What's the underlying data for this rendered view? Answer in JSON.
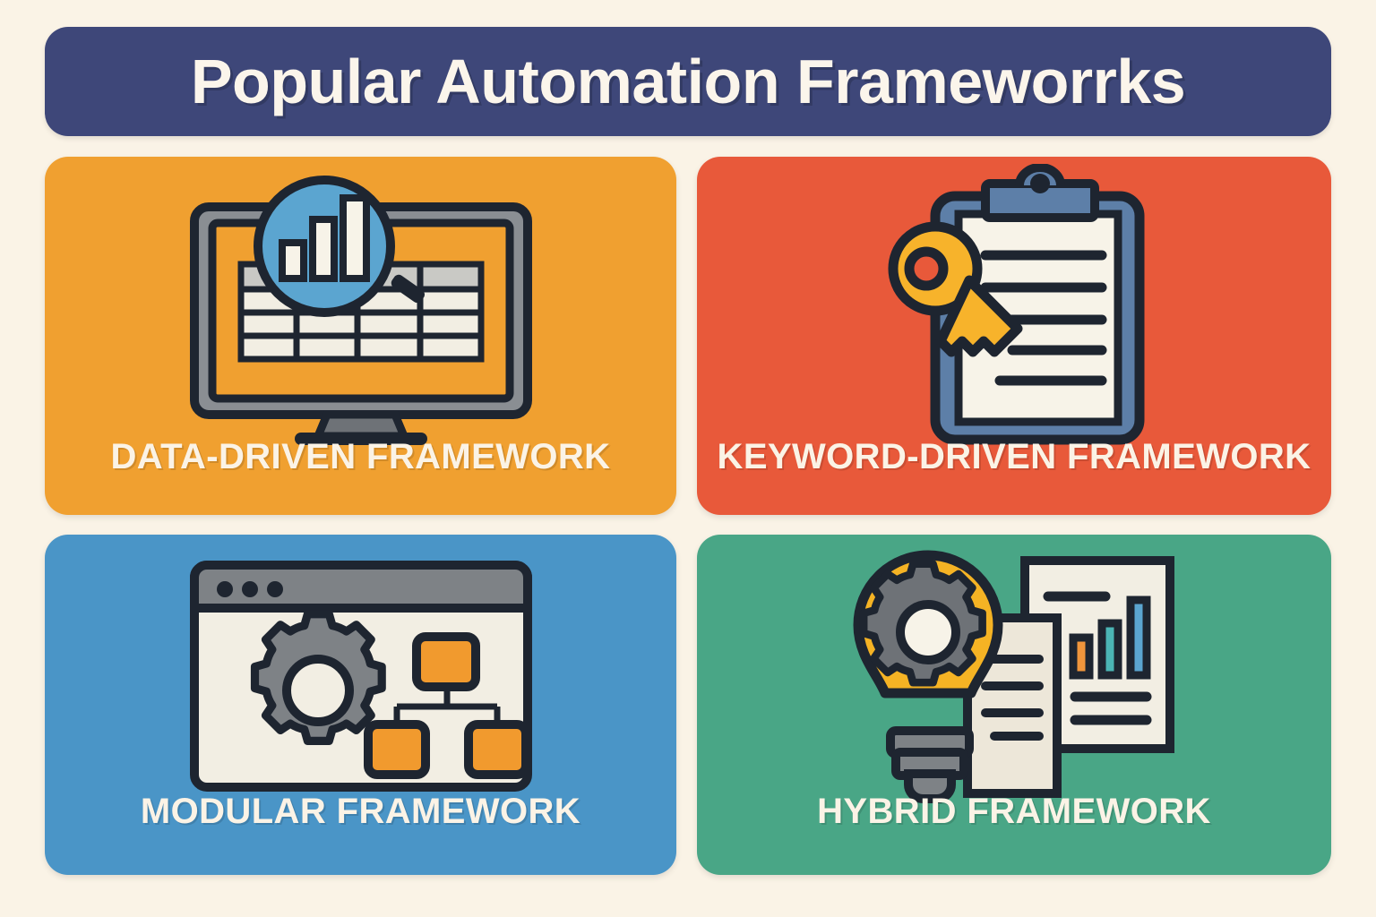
{
  "header": {
    "title": "Popular Automation Frameworrks",
    "background_color": "#3E4779",
    "text_color": "#FBF5EB"
  },
  "page": {
    "background_color": "#FAF3E6"
  },
  "panels": [
    {
      "id": "data-driven",
      "label": "DATA-DRIVEN FRAMEWORK",
      "background_color": "#F0A030",
      "icon": "monitor-spreadsheet-magnifier-icon",
      "icon_parts": [
        "monitor-frame",
        "spreadsheet-table",
        "magnifier-circle",
        "bar-chart"
      ]
    },
    {
      "id": "keyword-driven",
      "label": "KEYWORD-DRIVEN FRAMEWORK",
      "background_color": "#E8593A",
      "icon": "clipboard-key-icon",
      "icon_parts": [
        "clipboard-board",
        "clipboard-clip",
        "document-lines",
        "key"
      ]
    },
    {
      "id": "modular",
      "label": "MODULAR FRAMEWORK",
      "background_color": "#4A95C7",
      "icon": "browser-gear-hierarchy-icon",
      "icon_parts": [
        "browser-window",
        "title-bar-dots",
        "gear",
        "module-tree"
      ]
    },
    {
      "id": "hybrid",
      "label": "HYBRID FRAMEWORK",
      "background_color": "#49A686",
      "icon": "lightbulb-gear-documents-icon",
      "icon_parts": [
        "lightbulb",
        "gear",
        "document-front",
        "document-back-with-chart"
      ]
    }
  ],
  "palette": {
    "outline": "#1E2530",
    "cream": "#F2EEE3",
    "paper": "#F7F3E8",
    "grey": "#808489",
    "dark_grey": "#6E7277",
    "light_grey": "#C9C9C5",
    "blue_accent": "#5BA5D0",
    "clipboard_blue": "#5D7FA8",
    "key_yellow": "#F7B32B",
    "bulb_yellow": "#F5B324",
    "box_orange": "#F19A2E",
    "chart_bar_orange": "#F0953C",
    "chart_bar_teal": "#4BB5B5",
    "chart_bar_blue": "#5BA5D0"
  }
}
